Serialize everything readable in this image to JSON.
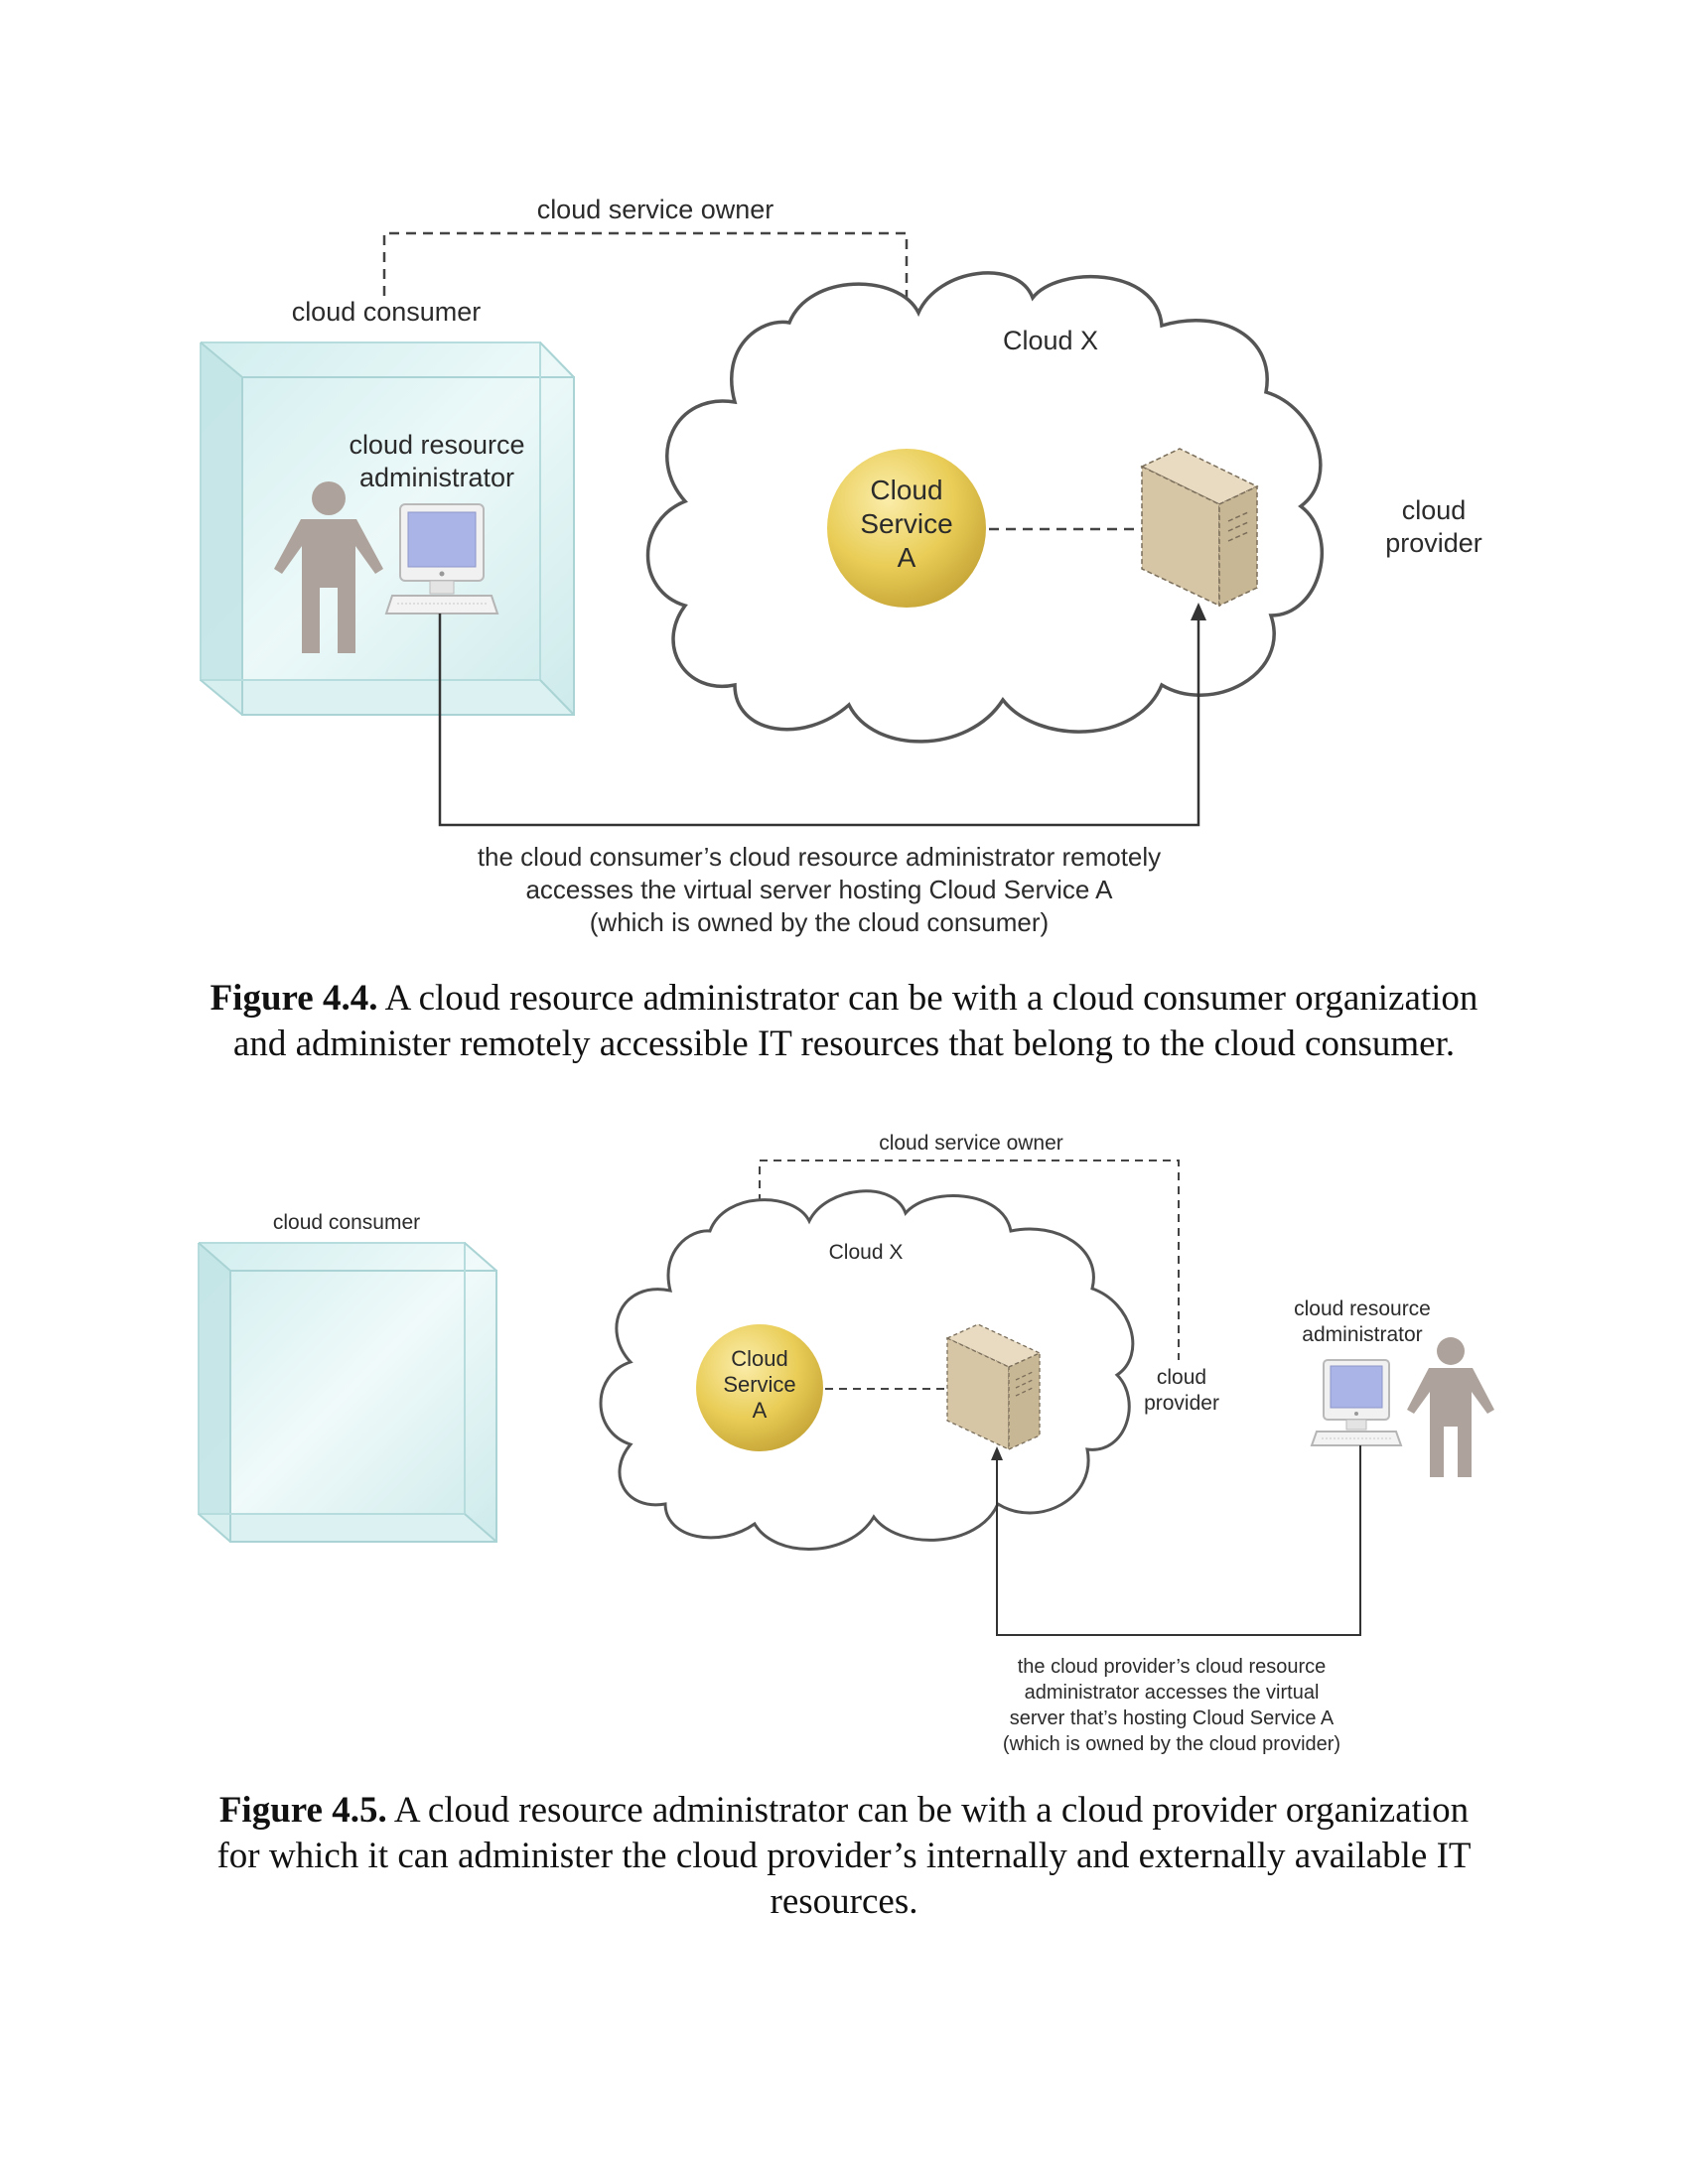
{
  "figure_4_4": {
    "labels": {
      "owner": "cloud service owner",
      "consumer": "cloud consumer",
      "admin_line1": "cloud resource",
      "admin_line2": "administrator",
      "cloud_name": "Cloud X",
      "service_line1": "Cloud",
      "service_line2": "Service",
      "service_line3": "A",
      "provider_line1": "cloud",
      "provider_line2": "provider",
      "note_line1": "the cloud consumer’s cloud resource administrator remotely",
      "note_line2": "accesses the virtual server hosting Cloud Service A",
      "note_line3": "(which is owned by the cloud consumer)"
    },
    "caption": {
      "label": "Figure 4.4.",
      "text": "A cloud resource administrator can be with a cloud consumer organization and administer remotely accessible IT resources that belong to the cloud consumer."
    }
  },
  "figure_4_5": {
    "labels": {
      "owner": "cloud service owner",
      "consumer": "cloud consumer",
      "cloud_name": "Cloud X",
      "service_line1": "Cloud",
      "service_line2": "Service",
      "service_line3": "A",
      "provider_line1": "cloud",
      "provider_line2": "provider",
      "admin_line1": "cloud resource",
      "admin_line2": "administrator",
      "note_line1": "the cloud provider’s cloud resource",
      "note_line2": "administrator accesses the virtual",
      "note_line3": "server that’s hosting Cloud Service A",
      "note_line4": "(which is owned by the cloud provider)"
    },
    "caption": {
      "label": "Figure 4.5.",
      "text": "A cloud resource administrator can be with a cloud provider organization for which it can administer the cloud provider’s internally and externally available IT resources."
    }
  },
  "colors": {
    "glass": "#d6eff0",
    "glass_edge": "#a9d3d4",
    "service_sphere": "#e7cc55",
    "server": "#d8c8a8",
    "person": "#aea39c",
    "screen": "#aab4e6"
  }
}
